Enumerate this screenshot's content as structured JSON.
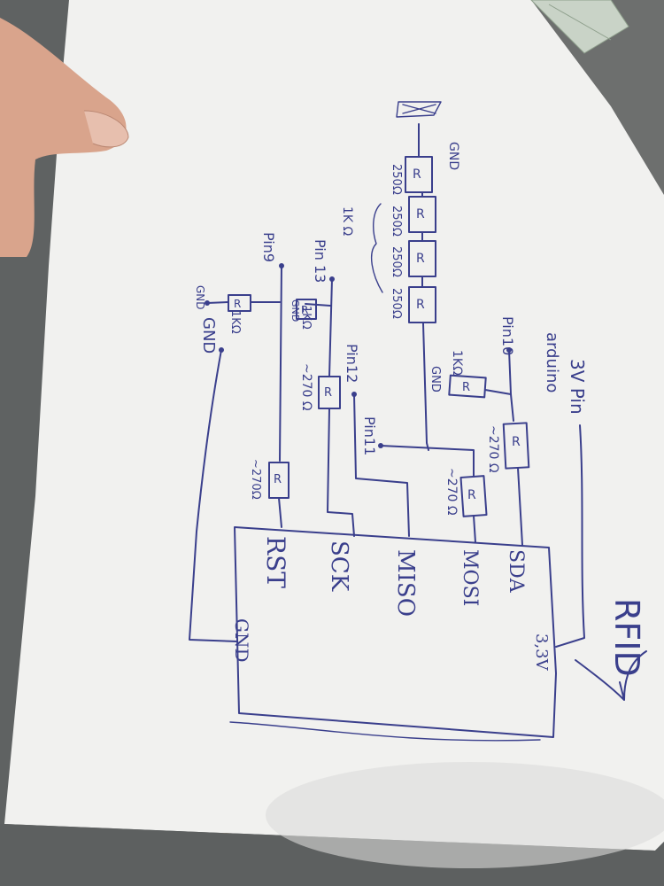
{
  "colors": {
    "paper": "#f1f1ef",
    "ink": "#3a3f8c",
    "background": "#6b6e6e",
    "table": "#c89a6a",
    "skin": "#d9a48c"
  },
  "icons": [
    "ruler-icon",
    "hand-thumb-icon"
  ],
  "diagram": {
    "module": {
      "title": "RFID",
      "pins": {
        "sda": "SDA",
        "mosi": "MOSI",
        "miso": "MISO",
        "sck": "SCK",
        "rst": "RST",
        "gnd": "GND",
        "v33": "3,3V"
      }
    },
    "supply": {
      "v3_pin": "3V Pin",
      "arduino": "arduino"
    },
    "pin_labels": {
      "pin10": "Pin10",
      "pin11": "Pin11",
      "pin12": "Pin12",
      "pin13": "Pin 13",
      "pin9": "Pin9"
    },
    "ground_labels": {
      "gnd_top": "GND",
      "gnd_1k_sda": "GND",
      "gnd_left_small": "GND",
      "gnd_left_big": "GND",
      "gnd_mid": "GND"
    },
    "resistor_letter": "R",
    "values": {
      "r250_1": "250Ω",
      "r250_2": "250Ω",
      "r250_3": "250Ω",
      "r250_4": "250Ω",
      "ladder_total": "1K Ω",
      "sda_pulldown": "1KΩ",
      "sda_series": "~270 Ω",
      "mosi_series": "~270 Ω",
      "sck_series": "~270 Ω",
      "rst_series": "~270Ω",
      "pin13_pulldown": "1KΩ",
      "pin9_pulldown": "1KΩ"
    }
  }
}
